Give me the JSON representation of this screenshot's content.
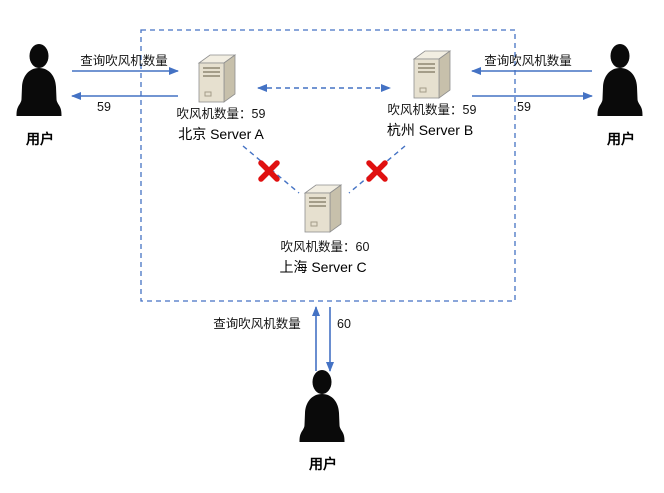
{
  "servers": {
    "a": {
      "count": "吹风机数量：59",
      "name": "北京 Server A"
    },
    "b": {
      "count": "吹风机数量：59",
      "name": "杭州 Server B"
    },
    "c": {
      "count": "吹风机数量：60",
      "name": "上海 Server C"
    }
  },
  "users": {
    "left": "用户",
    "right": "用户",
    "bottom": "用户"
  },
  "interactions": {
    "left": {
      "request": "查询吹风机数量",
      "response": "59"
    },
    "right": {
      "request": "查询吹风机数量",
      "response": "59"
    },
    "bottom": {
      "request": "查询吹风机数量",
      "response": "60"
    }
  },
  "colors": {
    "arrow_blue": "#4472c4",
    "error_red": "#e01010",
    "boundary_blue": "#4472c4"
  }
}
